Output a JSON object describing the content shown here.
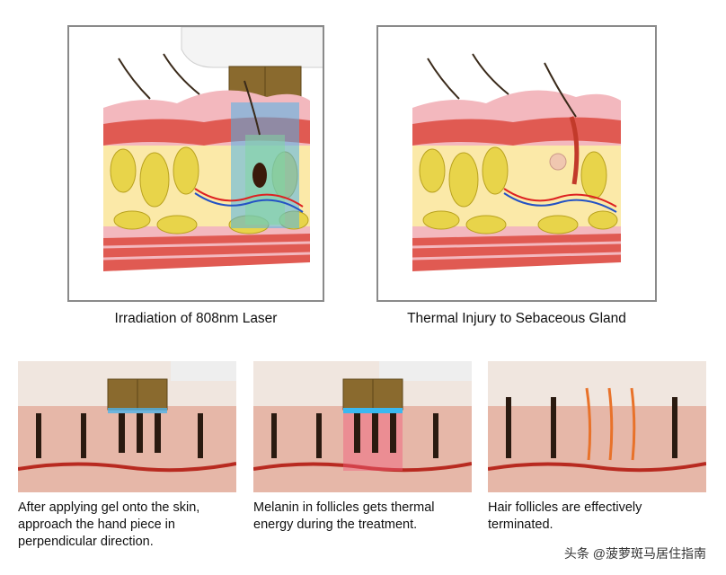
{
  "top_panels": [
    {
      "caption": "Irradiation of 808nm Laser"
    },
    {
      "caption": "Thermal Injury to Sebaceous Gland"
    }
  ],
  "bottom_panels": [
    {
      "caption": "After applying gel onto the skin, approach the hand piece in perpendicular direction."
    },
    {
      "caption": "Melanin in follicles gets thermal energy during the treatment."
    },
    {
      "caption": "Hair follicles are effectively terminated."
    }
  ],
  "watermark": "头条 @菠萝斑马居住指南",
  "colors": {
    "panel_border": "#8a8a8a",
    "skin_pink": "#f3b8be",
    "dermis_red": "#e05a52",
    "fat_yellow": "#e8d44a",
    "laser_blue": "#4fb3e8",
    "handpiece_brown": "#8a6a2e"
  }
}
